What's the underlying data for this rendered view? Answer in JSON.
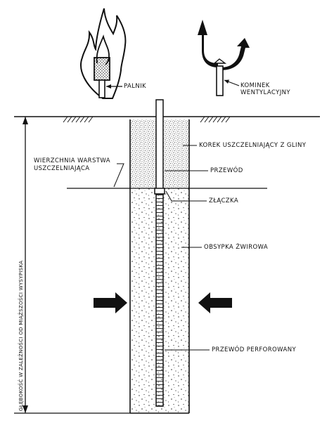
{
  "labels": {
    "burner": "PALNIK",
    "vent_line1": "KOMINEK",
    "vent_line2": "WENTYLACYJNY",
    "clay_plug": "KOREK USZCZELNIAJĄCY Z GLINY",
    "top_layer_line1": "WIERZCHNIA WARSTWA",
    "top_layer_line2": "USZCZELNIAJĄCA",
    "pipe": "PRZEWÓD",
    "connector": "ZŁĄCZKA",
    "gravel": "OBSYPKA ŻWIROWA",
    "perforated_pipe": "PRZEWÓD PERFOROWANY",
    "depth": "GŁĘBOKOŚĆ W ZALEŻNOŚCI OD MIĄŻSZOŚCI WYSYPISKA"
  },
  "icons": {
    "flame": "flame-icon",
    "vent_arrows": "vent-arrows-icon",
    "gas_inflow_arrows": "arrow-right-icon / arrow-left-icon"
  },
  "colors": {
    "ink": "#111111",
    "background": "#ffffff"
  }
}
